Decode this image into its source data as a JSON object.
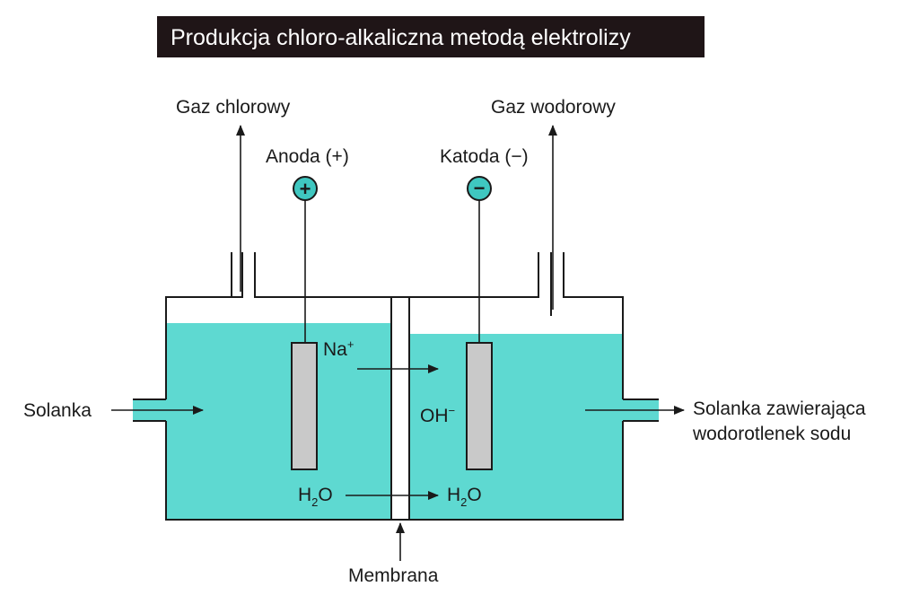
{
  "title": "Produkcja chloro-alkaliczna metodą elektrolizy",
  "labels": {
    "chlorine_gas": "Gaz chlorowy",
    "hydrogen_gas": "Gaz wodorowy",
    "anode": "Anoda (+)",
    "cathode": "Katoda (−)",
    "anode_sign": "+",
    "cathode_sign": "−",
    "sodium_ion": "Na",
    "sodium_charge": "+",
    "hydroxide_ion": "OH",
    "hydroxide_charge": "−",
    "water_left_h": "H",
    "water_left_sub": "2",
    "water_left_o": "O",
    "water_right_h": "H",
    "water_right_sub": "2",
    "water_right_o": "O",
    "brine_in": "Solanka",
    "brine_out_line1": "Solanka zawierająca",
    "brine_out_line2": "wodorotlenek sodu",
    "membrane": "Membrana"
  },
  "colors": {
    "electrolyte": "#5ed9d1",
    "electrode": "#c9c9c9",
    "title_bg": "#1f1517",
    "terminal": "#3fc7c0"
  }
}
